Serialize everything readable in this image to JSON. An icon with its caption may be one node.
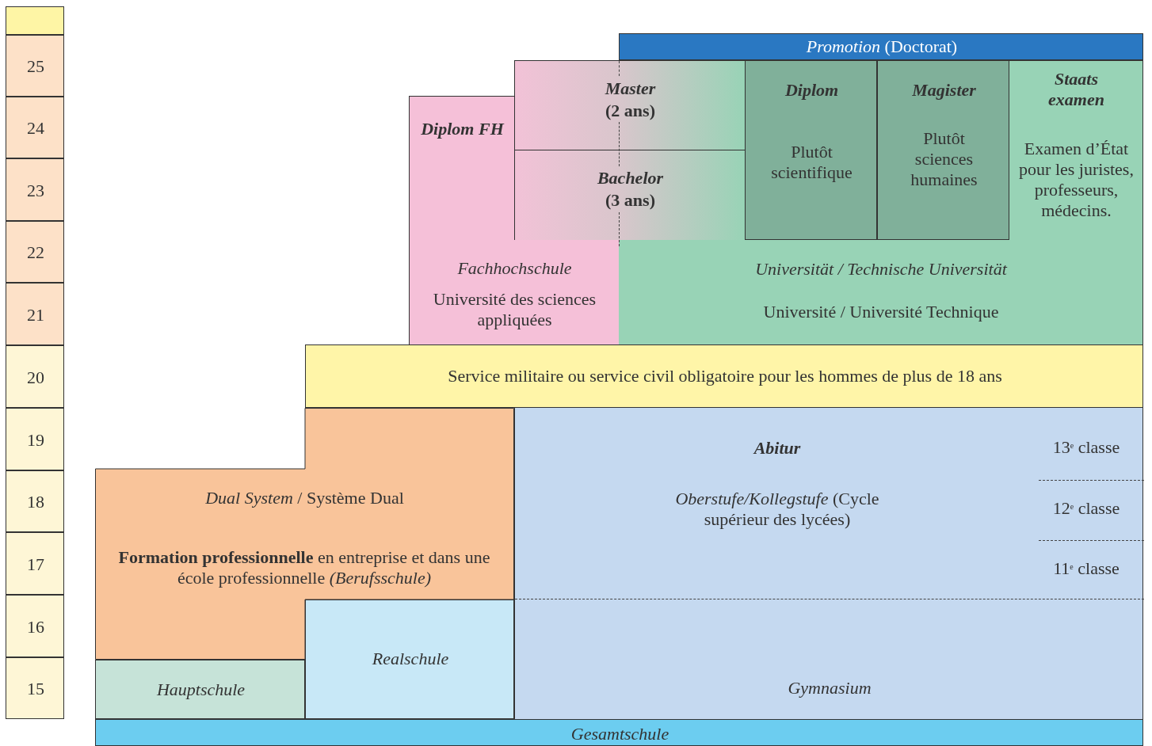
{
  "diagram": {
    "nodes": [
      {
        "text": [],
        "shape": "box"
      },
      {
        "text": [
          "25"
        ]
      },
      {
        "text": [
          "24"
        ]
      },
      {
        "text": [
          "23"
        ]
      },
      {
        "text": [
          "22"
        ]
      },
      {
        "text": [
          "21"
        ]
      },
      {
        "text": [
          "20"
        ]
      },
      {
        "text": [
          "19"
        ]
      },
      {
        "text": [
          "18"
        ]
      },
      {
        "text": [
          "17"
        ]
      },
      {
        "text": [
          "16"
        ]
      },
      {
        "text": [
          "15"
        ]
      },
      {
        "text": [
          "*Promotion* (Doctorat)"
        ]
      },
      {
        "text": [
          "Master",
          "(2 ans)"
        ]
      },
      {
        "text": [
          "Diplom FH"
        ]
      },
      {
        "text": [
          "Diplom",
          "Plutôt scientifique"
        ]
      },
      {
        "text": [
          "Magister",
          "Plutôt sciences humaines"
        ]
      },
      {
        "text": [
          "Staats examen",
          "Examen d’État pour les juristes, professeurs, médecins."
        ]
      },
      {
        "text": [
          "Bachelor",
          "(3 ans)"
        ]
      },
      {
        "text": [
          "Fachhochschule",
          "Université des sciences appliquées"
        ]
      },
      {
        "text": [
          "Universität / Technische Universität",
          "Université / Université Technique"
        ]
      },
      {
        "text": [
          "Service militaire ou service civil obligatoire pour les hommes de plus de 18 ans"
        ]
      },
      {
        "text": [
          "Gymnasium"
        ]
      },
      {
        "text": [
          "Abitur",
          "*Oberstufe/Kollegstufe* (Cycle supérieur des lycées)"
        ],
        "in": 22
      },
      {
        "text": [
          "13$^{e}$ classe"
        ],
        "in": 23
      },
      {
        "text": [
          "*Dual System* / Système Dual",
          "**Formation professionnelle** en entreprise et dans une école professionnelle *(Berufsschule)*"
        ]
      },
      {
        "text": [
          "12$^{e}$ classe"
        ],
        "in": 23
      },
      {
        "text": [
          "11$^{e}$ classe"
        ],
        "in": 23
      },
      {
        "text": [
          "Realschule"
        ]
      },
      {
        "text": [
          "Hauptschule"
        ]
      },
      {
        "text": [
          "Gesamtschule"
        ]
      }
    ]
  }
}
